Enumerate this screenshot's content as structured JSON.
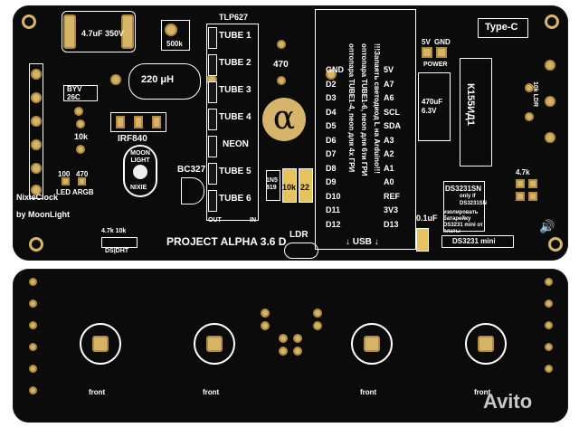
{
  "labels": {
    "cap_main": "4.7uF 350V",
    "opto": "TLP627",
    "tube1": "TUBE 1",
    "tube2": "TUBE 2",
    "tube3": "TUBE 3",
    "tube4": "TUBE 4",
    "neon": "NEON",
    "tube5": "TUBE 5",
    "tube6": "TUBE 6",
    "out": "OUT",
    "in": "IN",
    "pot": "500k",
    "inductor": "220 μH",
    "diode": "BYV 26C",
    "res_10k": "10k",
    "mosfet": "IRF840",
    "res_100": "100",
    "res_470": "470",
    "led_argb": "LED ARGB",
    "nixieclock": "NixieClock",
    "by": "by MoonLight",
    "bc327": "BC327",
    "res_1n5819": "1N5 819",
    "res_10k2": "10k",
    "res_22": "22",
    "res_470b": "470",
    "project": "PROJECT ALPHA 3.6 D",
    "ldr": "LDR",
    "usb": "↓ USB ↓",
    "ds_dht": "DS|DHT",
    "res_4k7_10k": "4.7k 10k",
    "typec": "Type-C",
    "power": "POWER",
    "v5": "5V",
    "gnd": "GND",
    "chip": "К155ИД1",
    "cap470": "470uF 6.3V",
    "ds3231sn": "DS3231SN",
    "only_if": "only if",
    "ds3231sn2": "DS3231SN",
    "rtc_note": "изолировать батарейку DS3231 mini от платы",
    "ds3231mini": "DS3231 mini",
    "res_4k7": "4.7k",
    "res_10k_ldr": "10k LDR",
    "cap01": "0.1uF",
    "front": "front",
    "avito": "Avito",
    "warn1": "оптопара TUBE1-4, neon для 4х ГРИ",
    "warn2": "оптопара TUBE1-6, neon для 6ти ГРИ",
    "warn3": "!!!Запаять светодиод L на Arduino!!!"
  },
  "arduino_left": [
    "GND",
    "D2",
    "D3",
    "D4",
    "D5",
    "D6",
    "D7",
    "D8",
    "D9",
    "D10",
    "D11",
    "D12"
  ],
  "arduino_right": [
    "5V",
    "A7",
    "A6",
    "SCL",
    "SDA",
    "A3",
    "A2",
    "A1",
    "A0",
    "REF",
    "3V3",
    "D13"
  ],
  "colors": {
    "board": "#0b0b0b",
    "gold": "#d6b46a",
    "silk": "#ffffff",
    "yellow": "#e6c35c"
  }
}
